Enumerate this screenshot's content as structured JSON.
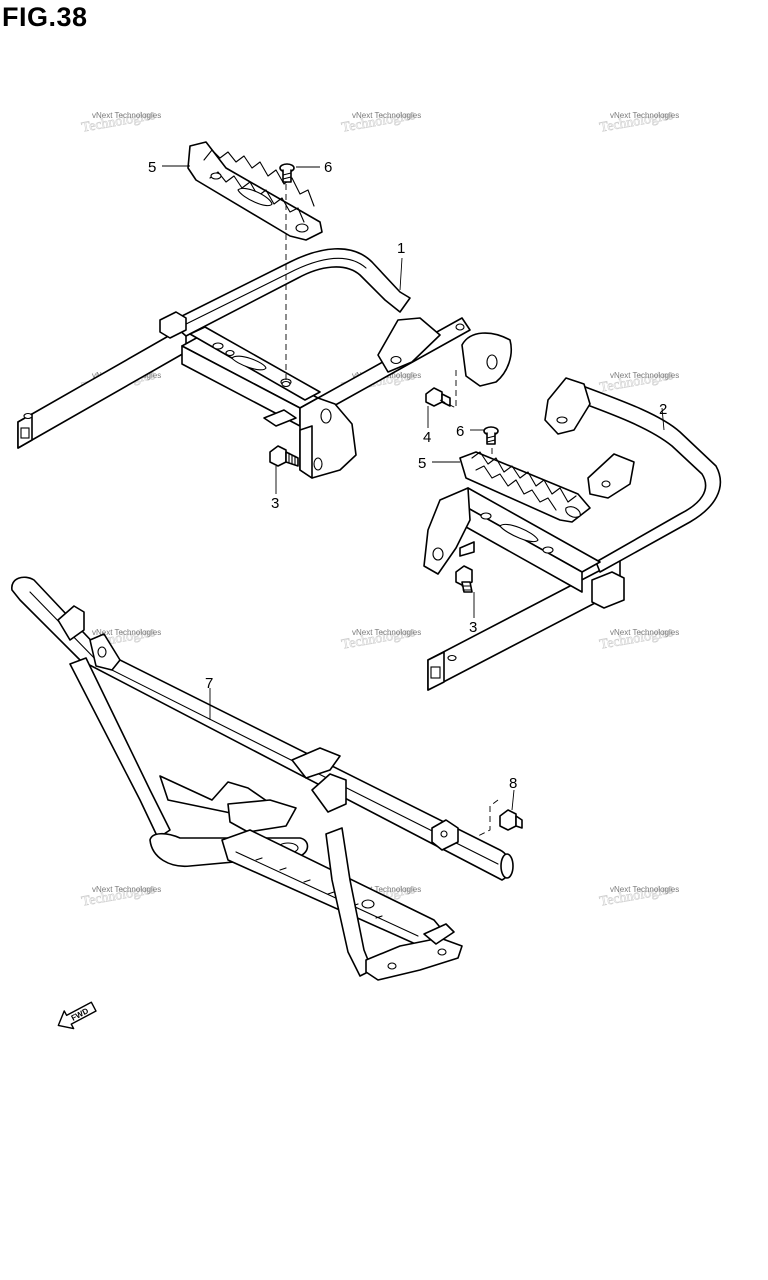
{
  "figure": {
    "title": "FIG.38"
  },
  "callouts": [
    {
      "id": "c1",
      "label": "1"
    },
    {
      "id": "c2",
      "label": "2"
    },
    {
      "id": "c3a",
      "label": "3"
    },
    {
      "id": "c3b",
      "label": "3"
    },
    {
      "id": "c4",
      "label": "4"
    },
    {
      "id": "c5a",
      "label": "5"
    },
    {
      "id": "c5b",
      "label": "5"
    },
    {
      "id": "c6a",
      "label": "6"
    },
    {
      "id": "c6b",
      "label": "6"
    },
    {
      "id": "c7",
      "label": "7"
    },
    {
      "id": "c8",
      "label": "8"
    }
  ],
  "watermark": {
    "text": "vNext Technologies"
  },
  "fwd": {
    "label": "FWD"
  }
}
